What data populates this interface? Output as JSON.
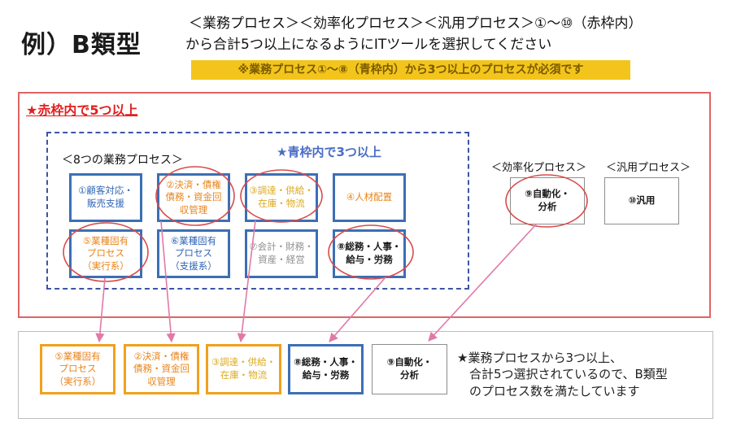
{
  "title": "例）B類型",
  "header": {
    "line1": "＜業務プロセス＞＜効率化プロセス＞＜汎用プロセス＞①～⑩（赤枠内）",
    "line2": "から合計5つ以上になるようにITツールを選択してください",
    "note": "※業務プロセス①～⑧（青枠内）から3つ以上のプロセスが必須です"
  },
  "red_frame_label": "★赤枠内で5つ以上",
  "blue_frame_label": "★青枠内で3つ以上",
  "groups": {
    "business": "＜8つの業務プロセス＞",
    "efficiency": "＜効率化プロセス＞",
    "general": "＜汎用プロセス＞"
  },
  "processes": [
    {
      "label": "①顧客対応・\n販売支援",
      "color": "#2f64b6"
    },
    {
      "label": "②決済・債権\n債務・資金回\n収管理",
      "color": "#e8841a"
    },
    {
      "label": "③調達・供給・\n在庫・物流",
      "color": "#dcaa1e"
    },
    {
      "label": "④人材配置",
      "color": "#e8841a"
    },
    {
      "label": "⑤業種固有\nプロセス\n（実行系）",
      "color": "#e8841a"
    },
    {
      "label": "⑥業種固有\nプロセス\n（支援系）",
      "color": "#2f64b6"
    },
    {
      "label": "⑦会計・財務・\n資産・経営",
      "color": "#909090"
    },
    {
      "label": "⑧総務・人事・\n給与・労務",
      "color": "#1a1a1a"
    },
    {
      "label": "⑨自動化・\n分析",
      "color": "#1a1a1a"
    },
    {
      "label": "⑩汎用",
      "color": "#1a1a1a"
    }
  ],
  "selected": [
    {
      "label": "⑤業種固有\nプロセス\n（実行系）"
    },
    {
      "label": "②決済・債権\n債務・資金回\n収管理"
    },
    {
      "label": "③調達・供給・\n在庫・物流"
    },
    {
      "label": "⑧総務・人事・\n給与・労務"
    },
    {
      "label": "⑨自動化・\n分析"
    }
  ],
  "summary": "★業務プロセスから3つ以上、\n　合計5つ選択されているので、B類型\n　のプロセス数を満たしています",
  "colors": {
    "red": "#e06464",
    "blue": "#3c6fb4",
    "note_bg": "#f3c51c",
    "arrow": "#e07aa8"
  }
}
